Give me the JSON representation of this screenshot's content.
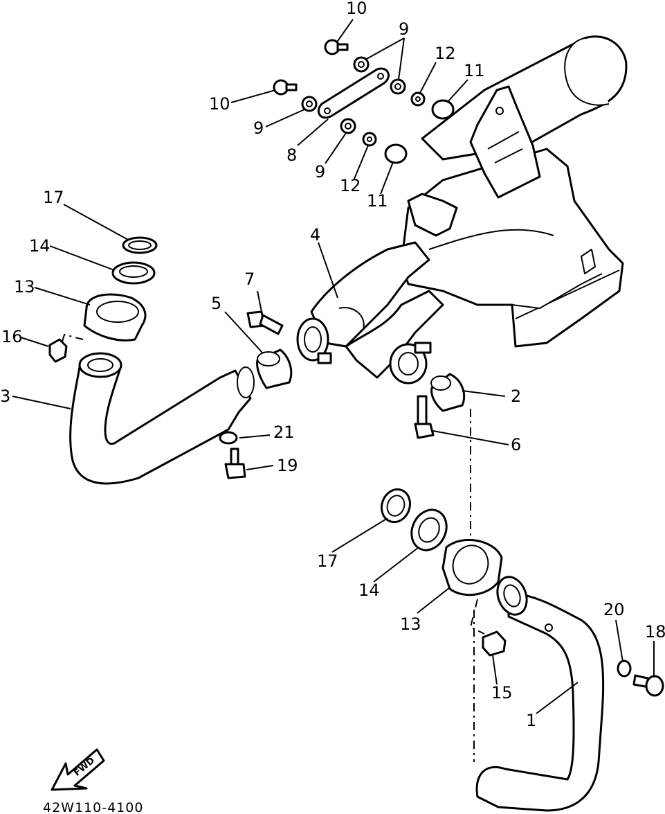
{
  "diagram": {
    "drawing_number": "42W110-4100",
    "fwd_label": "FWD",
    "callouts": {
      "n1": "1",
      "n2": "2",
      "n3": "3",
      "n4": "4",
      "n5": "5",
      "n6": "6",
      "n7": "7",
      "n8": "8",
      "n9a": "9",
      "n9b": "9",
      "n9c": "9",
      "n10a": "10",
      "n10b": "10",
      "n11a": "11",
      "n11b": "11",
      "n12a": "12",
      "n12b": "12",
      "n13a": "13",
      "n13b": "13",
      "n14a": "14",
      "n14b": "14",
      "n15": "15",
      "n16": "16",
      "n17a": "17",
      "n17b": "17",
      "n18": "18",
      "n19": "19",
      "n20": "20",
      "n21": "21"
    }
  }
}
